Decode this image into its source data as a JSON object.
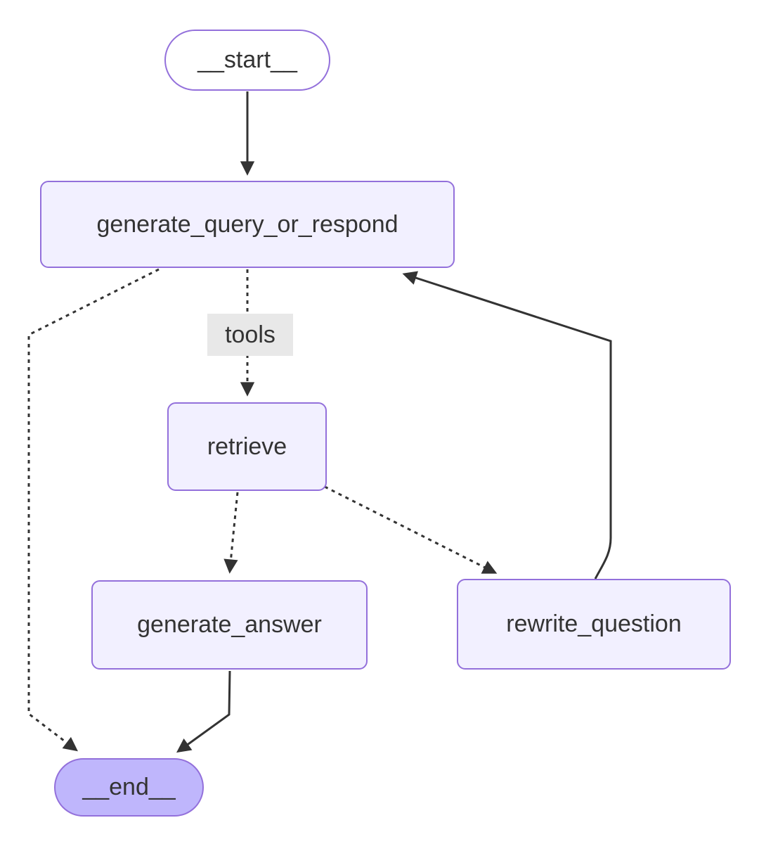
{
  "flowchart": {
    "nodes": {
      "start": {
        "label": "__start__",
        "shape": "stadium"
      },
      "generate_query_or_respond": {
        "label": "generate_query_or_respond",
        "shape": "rounded-rect"
      },
      "retrieve": {
        "label": "retrieve",
        "shape": "rounded-rect"
      },
      "generate_answer": {
        "label": "generate_answer",
        "shape": "rounded-rect"
      },
      "rewrite_question": {
        "label": "rewrite_question",
        "shape": "rounded-rect"
      },
      "end": {
        "label": "__end__",
        "shape": "stadium"
      }
    },
    "edge_labels": {
      "tools": "tools"
    },
    "edges": [
      {
        "from": "__start__",
        "to": "generate_query_or_respond",
        "style": "solid",
        "label": ""
      },
      {
        "from": "generate_query_or_respond",
        "to": "retrieve",
        "style": "dashed",
        "label": "tools"
      },
      {
        "from": "generate_query_or_respond",
        "to": "__end__",
        "style": "dashed",
        "label": ""
      },
      {
        "from": "retrieve",
        "to": "generate_answer",
        "style": "dashed",
        "label": ""
      },
      {
        "from": "retrieve",
        "to": "rewrite_question",
        "style": "dashed",
        "label": ""
      },
      {
        "from": "rewrite_question",
        "to": "generate_query_or_respond",
        "style": "solid",
        "label": ""
      },
      {
        "from": "generate_answer",
        "to": "__end__",
        "style": "solid",
        "label": ""
      }
    ],
    "colors": {
      "node_border": "#9370db",
      "node_fill": "#f2f0ff",
      "start_fill": "#ffffff",
      "end_fill": "#bfb6fc",
      "edge_stroke": "#333333",
      "text": "#333333",
      "edge_label_bg": "#e8e8e8",
      "background": "#ffffff"
    }
  }
}
